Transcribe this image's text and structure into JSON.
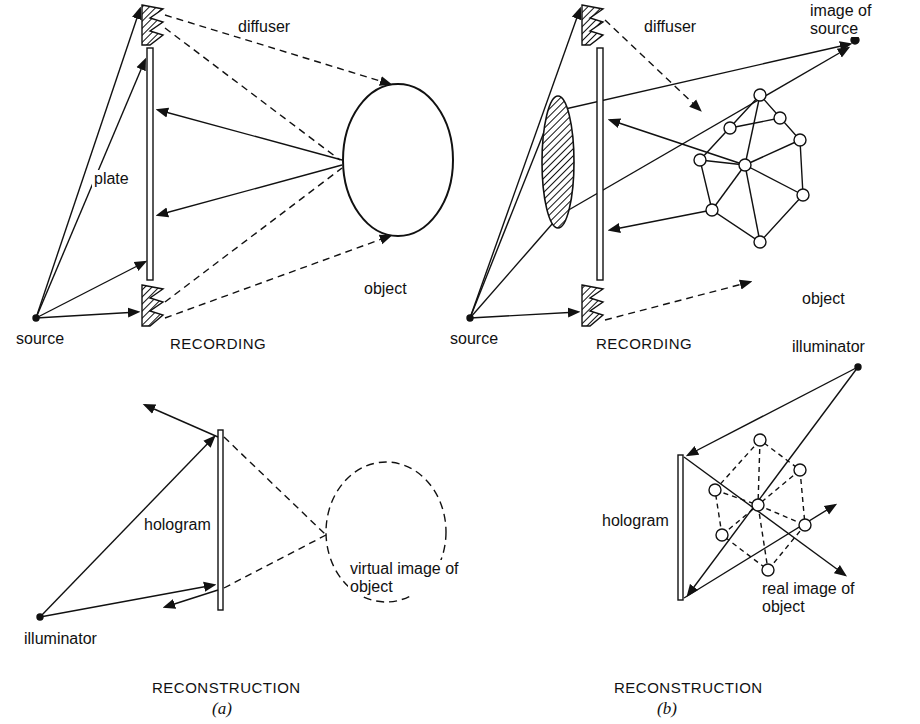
{
  "diagram": {
    "labels": [
      "diffuser",
      "plate",
      "object",
      "source",
      "RECORDING",
      "hologram",
      "virtual image of object",
      "illuminator",
      "RECONSTRUCTION",
      "(a)",
      "image of source",
      "diffuser",
      "object",
      "source",
      "RECORDING",
      "illuminator",
      "hologram",
      "real image of object",
      "RECONSTRUCTION",
      "(b)"
    ]
  }
}
